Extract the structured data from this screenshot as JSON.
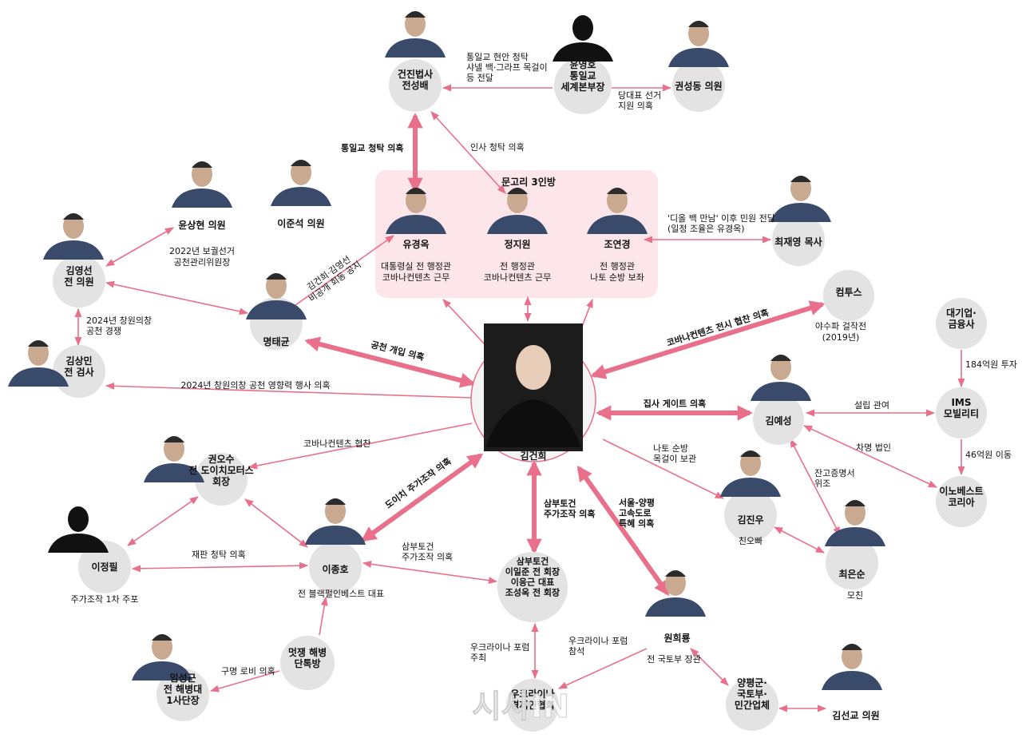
{
  "watermark": "시사IN",
  "colors": {
    "accent": "#e8708a",
    "node_fill": "#e3e3e3",
    "group_fill": "#fde6ea",
    "center_fill": "#f4f4f4",
    "silhouette": "#111111",
    "text": "#111111"
  },
  "group": {
    "title": "문고리 3인방"
  },
  "nodes": [
    {
      "id": "jeon",
      "lines": [
        "건진법사",
        "전성배"
      ],
      "photo": "photo",
      "bold": true
    },
    {
      "id": "yun_yh",
      "lines": [
        "윤영호",
        "통일교",
        "세계본부장"
      ],
      "photo": "silhouette",
      "bold": true
    },
    {
      "id": "kwon_sd",
      "lines": [
        "권성동 의원"
      ],
      "photo": "photo",
      "bold": true
    },
    {
      "id": "yun_sh",
      "lines": [
        "윤상현 의원"
      ],
      "photo": "photo",
      "bold": true,
      "sub": [
        "2022년 보궐선거",
        "공천관리위원장"
      ]
    },
    {
      "id": "lee_js",
      "lines": [
        "이준석 의원"
      ],
      "photo": "photo",
      "bold": true
    },
    {
      "id": "kim_ys",
      "lines": [
        "김영선",
        "전 의원"
      ],
      "photo": "photo",
      "bold": true
    },
    {
      "id": "myung",
      "lines": [
        "명태균"
      ],
      "photo": "photo",
      "bold": true
    },
    {
      "id": "kim_sm",
      "lines": [
        "김상민",
        "전 검사"
      ],
      "photo": "photo",
      "bold": true
    },
    {
      "id": "yoo",
      "lines": [
        "유경옥"
      ],
      "photo": "photo",
      "bold": true,
      "sub": [
        "대통령실 전 행정관",
        "코바나컨텐츠 근무"
      ]
    },
    {
      "id": "jung",
      "lines": [
        "정지원"
      ],
      "photo": "photo",
      "bold": true,
      "sub": [
        "전 행정관",
        "코바나컨텐츠 근무"
      ]
    },
    {
      "id": "cho",
      "lines": [
        "조연경"
      ],
      "photo": "photo",
      "bold": true,
      "sub": [
        "전 행정관",
        "나토 순방 보좌"
      ]
    },
    {
      "id": "choi_jy",
      "lines": [
        "최재영 목사"
      ],
      "photo": "photo",
      "bold": true
    },
    {
      "id": "comtous",
      "lines": [
        "컴투스"
      ],
      "photo": "none",
      "bold": true,
      "sub": [
        "야수파 걸작전",
        "(2019년)"
      ]
    },
    {
      "id": "big",
      "lines": [
        "대기업·",
        "금융사"
      ],
      "photo": "none",
      "bold": true
    },
    {
      "id": "ims",
      "lines": [
        "IMS",
        "모빌리티"
      ],
      "photo": "none",
      "bold": true
    },
    {
      "id": "inno",
      "lines": [
        "이노베스트",
        "코리아"
      ],
      "photo": "none",
      "bold": true
    },
    {
      "id": "kim_gh",
      "lines": [
        "김건희"
      ],
      "photo": "photo",
      "bold": true
    },
    {
      "id": "kim_ys2",
      "lines": [
        "김예성"
      ],
      "photo": "photo",
      "bold": true
    },
    {
      "id": "kwon_os",
      "lines": [
        "권오수",
        "전 도이치모터스",
        "회장"
      ],
      "photo": "photo",
      "bold": true
    },
    {
      "id": "kim_jw",
      "lines": [
        "김진우"
      ],
      "photo": "photo",
      "bold": true,
      "sub": [
        "친오빠"
      ]
    },
    {
      "id": "choi_es",
      "lines": [
        "최은순"
      ],
      "photo": "photo",
      "bold": true,
      "sub": [
        "모친"
      ]
    },
    {
      "id": "lee_jp",
      "lines": [
        "이정필"
      ],
      "photo": "silhouette",
      "bold": true,
      "sub": [
        "주가조작 1차 주포"
      ]
    },
    {
      "id": "lee_jh",
      "lines": [
        "이종호"
      ],
      "photo": "photo",
      "bold": true,
      "sub": [
        "전 블랙펄인베스트 대표"
      ]
    },
    {
      "id": "sambu",
      "lines": [
        "삼부토건",
        "이일준 전 회장",
        "이응근 대표",
        "조성옥 전 회장"
      ],
      "photo": "none",
      "bold": true
    },
    {
      "id": "won",
      "lines": [
        "원희룡"
      ],
      "photo": "photo",
      "bold": true,
      "sub": [
        "전 국토부 장관"
      ]
    },
    {
      "id": "meotjaeng",
      "lines": [
        "멋쟁 해병",
        "단톡방"
      ],
      "photo": "none",
      "bold": true
    },
    {
      "id": "lim",
      "lines": [
        "임성근",
        "전 해병대",
        "1사단장"
      ],
      "photo": "photo",
      "bold": true
    },
    {
      "id": "ukraine",
      "lines": [
        "우크라이나",
        "경제인협회"
      ],
      "photo": "none",
      "bold": true
    },
    {
      "id": "yangpyeong",
      "lines": [
        "양평군·",
        "국토부·",
        "민간업체"
      ],
      "photo": "none",
      "bold": true
    },
    {
      "id": "kim_sk",
      "lines": [
        "김선교 의원"
      ],
      "photo": "photo",
      "bold": true
    }
  ],
  "edges": [
    {
      "id": "e1",
      "label": [
        "통일교 현안 청탁",
        "샤넬 백·그라프 목걸이",
        "등 전달"
      ],
      "bold": false
    },
    {
      "id": "e2",
      "label": [
        "당대표 선거",
        "지원 의혹"
      ],
      "bold": false
    },
    {
      "id": "e3",
      "label": [
        "통일교 청탁 의혹"
      ],
      "bold": true
    },
    {
      "id": "e4",
      "label": [
        "인사 청탁 의혹"
      ],
      "bold": false
    },
    {
      "id": "e5",
      "label": [
        "'디올 백 만남' 이후 민원 전달",
        "(일정 조율은 유경옥)"
      ],
      "bold": false
    },
    {
      "id": "e6",
      "label": [
        "김건희·김영선",
        "비공개 회동 공지"
      ],
      "bold": false
    },
    {
      "id": "e7",
      "label": [
        "2024년 창원의창",
        "공천 경쟁"
      ],
      "bold": false
    },
    {
      "id": "e8",
      "label": [
        "공천 개입 의혹"
      ],
      "bold": true
    },
    {
      "id": "e9",
      "label": [
        "2024년 창원의창 공천 영향력 행사 의혹"
      ],
      "bold": false
    },
    {
      "id": "e10",
      "label": [
        "코바나컨텐츠 전시 협찬 의혹"
      ],
      "bold": true
    },
    {
      "id": "e11",
      "label": [
        "184억원 투자"
      ],
      "bold": false
    },
    {
      "id": "e12",
      "label": [
        "집사 게이트 의혹"
      ],
      "bold": true
    },
    {
      "id": "e13",
      "label": [
        "설립 관여"
      ],
      "bold": false
    },
    {
      "id": "e14",
      "label": [
        "차명 법인"
      ],
      "bold": false
    },
    {
      "id": "e15",
      "label": [
        "46억원 이동"
      ],
      "bold": false
    },
    {
      "id": "e16",
      "label": [
        "코바나컨텐츠 협찬"
      ],
      "bold": false
    },
    {
      "id": "e17",
      "label": [
        "나토 순방",
        "목걸이 보관"
      ],
      "bold": false
    },
    {
      "id": "e18",
      "label": [
        "잔고증명서",
        "위조"
      ],
      "bold": false
    },
    {
      "id": "e19",
      "label": [
        "도이치 주가조작 의혹"
      ],
      "bold": true
    },
    {
      "id": "e20",
      "label": [
        "삼부토건",
        "주가조작 의혹"
      ],
      "bold": true
    },
    {
      "id": "e21",
      "label": [
        "서울-양평",
        "고속도로",
        "특혜 의혹"
      ],
      "bold": true
    },
    {
      "id": "e22",
      "label": [
        "재판 청탁 의혹"
      ],
      "bold": false
    },
    {
      "id": "e23",
      "label": [
        "삼부토건",
        "주가조작 의혹"
      ],
      "bold": false
    },
    {
      "id": "e24",
      "label": [
        "구명 로비 의혹"
      ],
      "bold": false
    },
    {
      "id": "e25",
      "label": [
        "우크라이나 포럼",
        "주최"
      ],
      "bold": false
    },
    {
      "id": "e26",
      "label": [
        "우크라이나 포럼",
        "참석"
      ],
      "bold": false
    }
  ]
}
